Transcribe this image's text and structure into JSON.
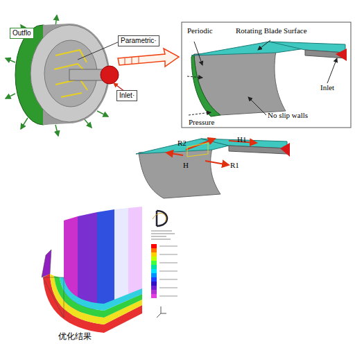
{
  "diagram": {
    "caption": "优化结果",
    "nodes": [
      {
        "text": [
          "Outflo"
        ]
      },
      {
        "text": [
          "Parametric·"
        ]
      },
      {
        "text": [
          "Inlet·"
        ]
      }
    ],
    "labels": [
      "Periodic",
      "Rotating Blade Surface",
      "Inlet",
      "Pressure",
      "No slip walls",
      "R2",
      "H1",
      "H",
      "R1"
    ]
  }
}
